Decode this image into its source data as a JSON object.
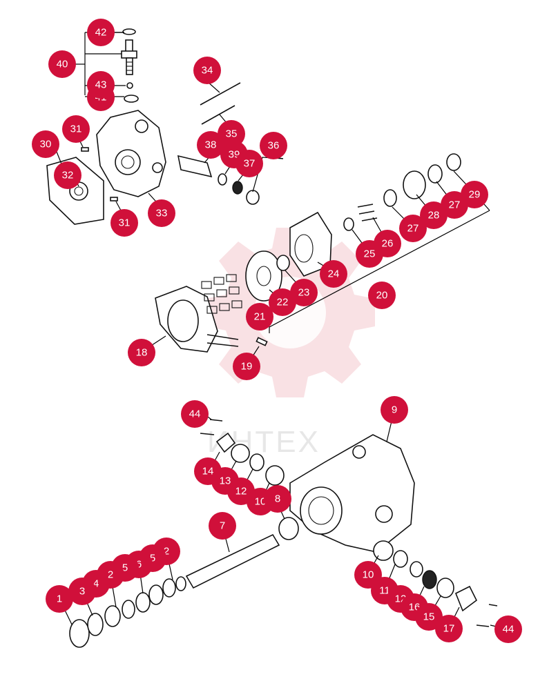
{
  "watermark": {
    "text": "ИНТЕХ"
  },
  "colors": {
    "callout": "#d0103a",
    "callout_text": "#ffffff",
    "watermark": "#f4c9cd"
  },
  "callouts": [
    {
      "id": "c42a",
      "label": "42"
    },
    {
      "id": "c40",
      "label": "40"
    },
    {
      "id": "c43",
      "label": "43"
    },
    {
      "id": "c41",
      "label": "41"
    },
    {
      "id": "c34",
      "label": "34"
    },
    {
      "id": "c35",
      "label": "35"
    },
    {
      "id": "c31a",
      "label": "31"
    },
    {
      "id": "c30",
      "label": "30"
    },
    {
      "id": "c32",
      "label": "32"
    },
    {
      "id": "c33",
      "label": "33"
    },
    {
      "id": "c31b",
      "label": "31"
    },
    {
      "id": "c38",
      "label": "38"
    },
    {
      "id": "c39",
      "label": "39"
    },
    {
      "id": "c37",
      "label": "37"
    },
    {
      "id": "c36",
      "label": "36"
    },
    {
      "id": "c29",
      "label": "29"
    },
    {
      "id": "c27a",
      "label": "27"
    },
    {
      "id": "c28",
      "label": "28"
    },
    {
      "id": "c27b",
      "label": "27"
    },
    {
      "id": "c26",
      "label": "26"
    },
    {
      "id": "c25",
      "label": "25"
    },
    {
      "id": "c24",
      "label": "24"
    },
    {
      "id": "c23",
      "label": "23"
    },
    {
      "id": "c22",
      "label": "22"
    },
    {
      "id": "c21",
      "label": "21"
    },
    {
      "id": "c20",
      "label": "20"
    },
    {
      "id": "c18",
      "label": "18"
    },
    {
      "id": "c19",
      "label": "19"
    },
    {
      "id": "c9",
      "label": "9"
    },
    {
      "id": "c44a",
      "label": "44"
    },
    {
      "id": "c14",
      "label": "14"
    },
    {
      "id": "c13",
      "label": "13"
    },
    {
      "id": "c12a",
      "label": "12"
    },
    {
      "id": "c10a",
      "label": "10"
    },
    {
      "id": "c8",
      "label": "8"
    },
    {
      "id": "c7",
      "label": "7"
    },
    {
      "id": "c2a",
      "label": "2"
    },
    {
      "id": "c5a",
      "label": "5"
    },
    {
      "id": "c6",
      "label": "6"
    },
    {
      "id": "c5b",
      "label": "5"
    },
    {
      "id": "c2b",
      "label": "2"
    },
    {
      "id": "c4",
      "label": "4"
    },
    {
      "id": "c3",
      "label": "3"
    },
    {
      "id": "c1",
      "label": "1"
    },
    {
      "id": "c10b",
      "label": "10"
    },
    {
      "id": "c11",
      "label": "11"
    },
    {
      "id": "c12b",
      "label": "12"
    },
    {
      "id": "c16",
      "label": "16"
    },
    {
      "id": "c15",
      "label": "15"
    },
    {
      "id": "c17",
      "label": "17"
    },
    {
      "id": "c44b",
      "label": "44"
    }
  ]
}
